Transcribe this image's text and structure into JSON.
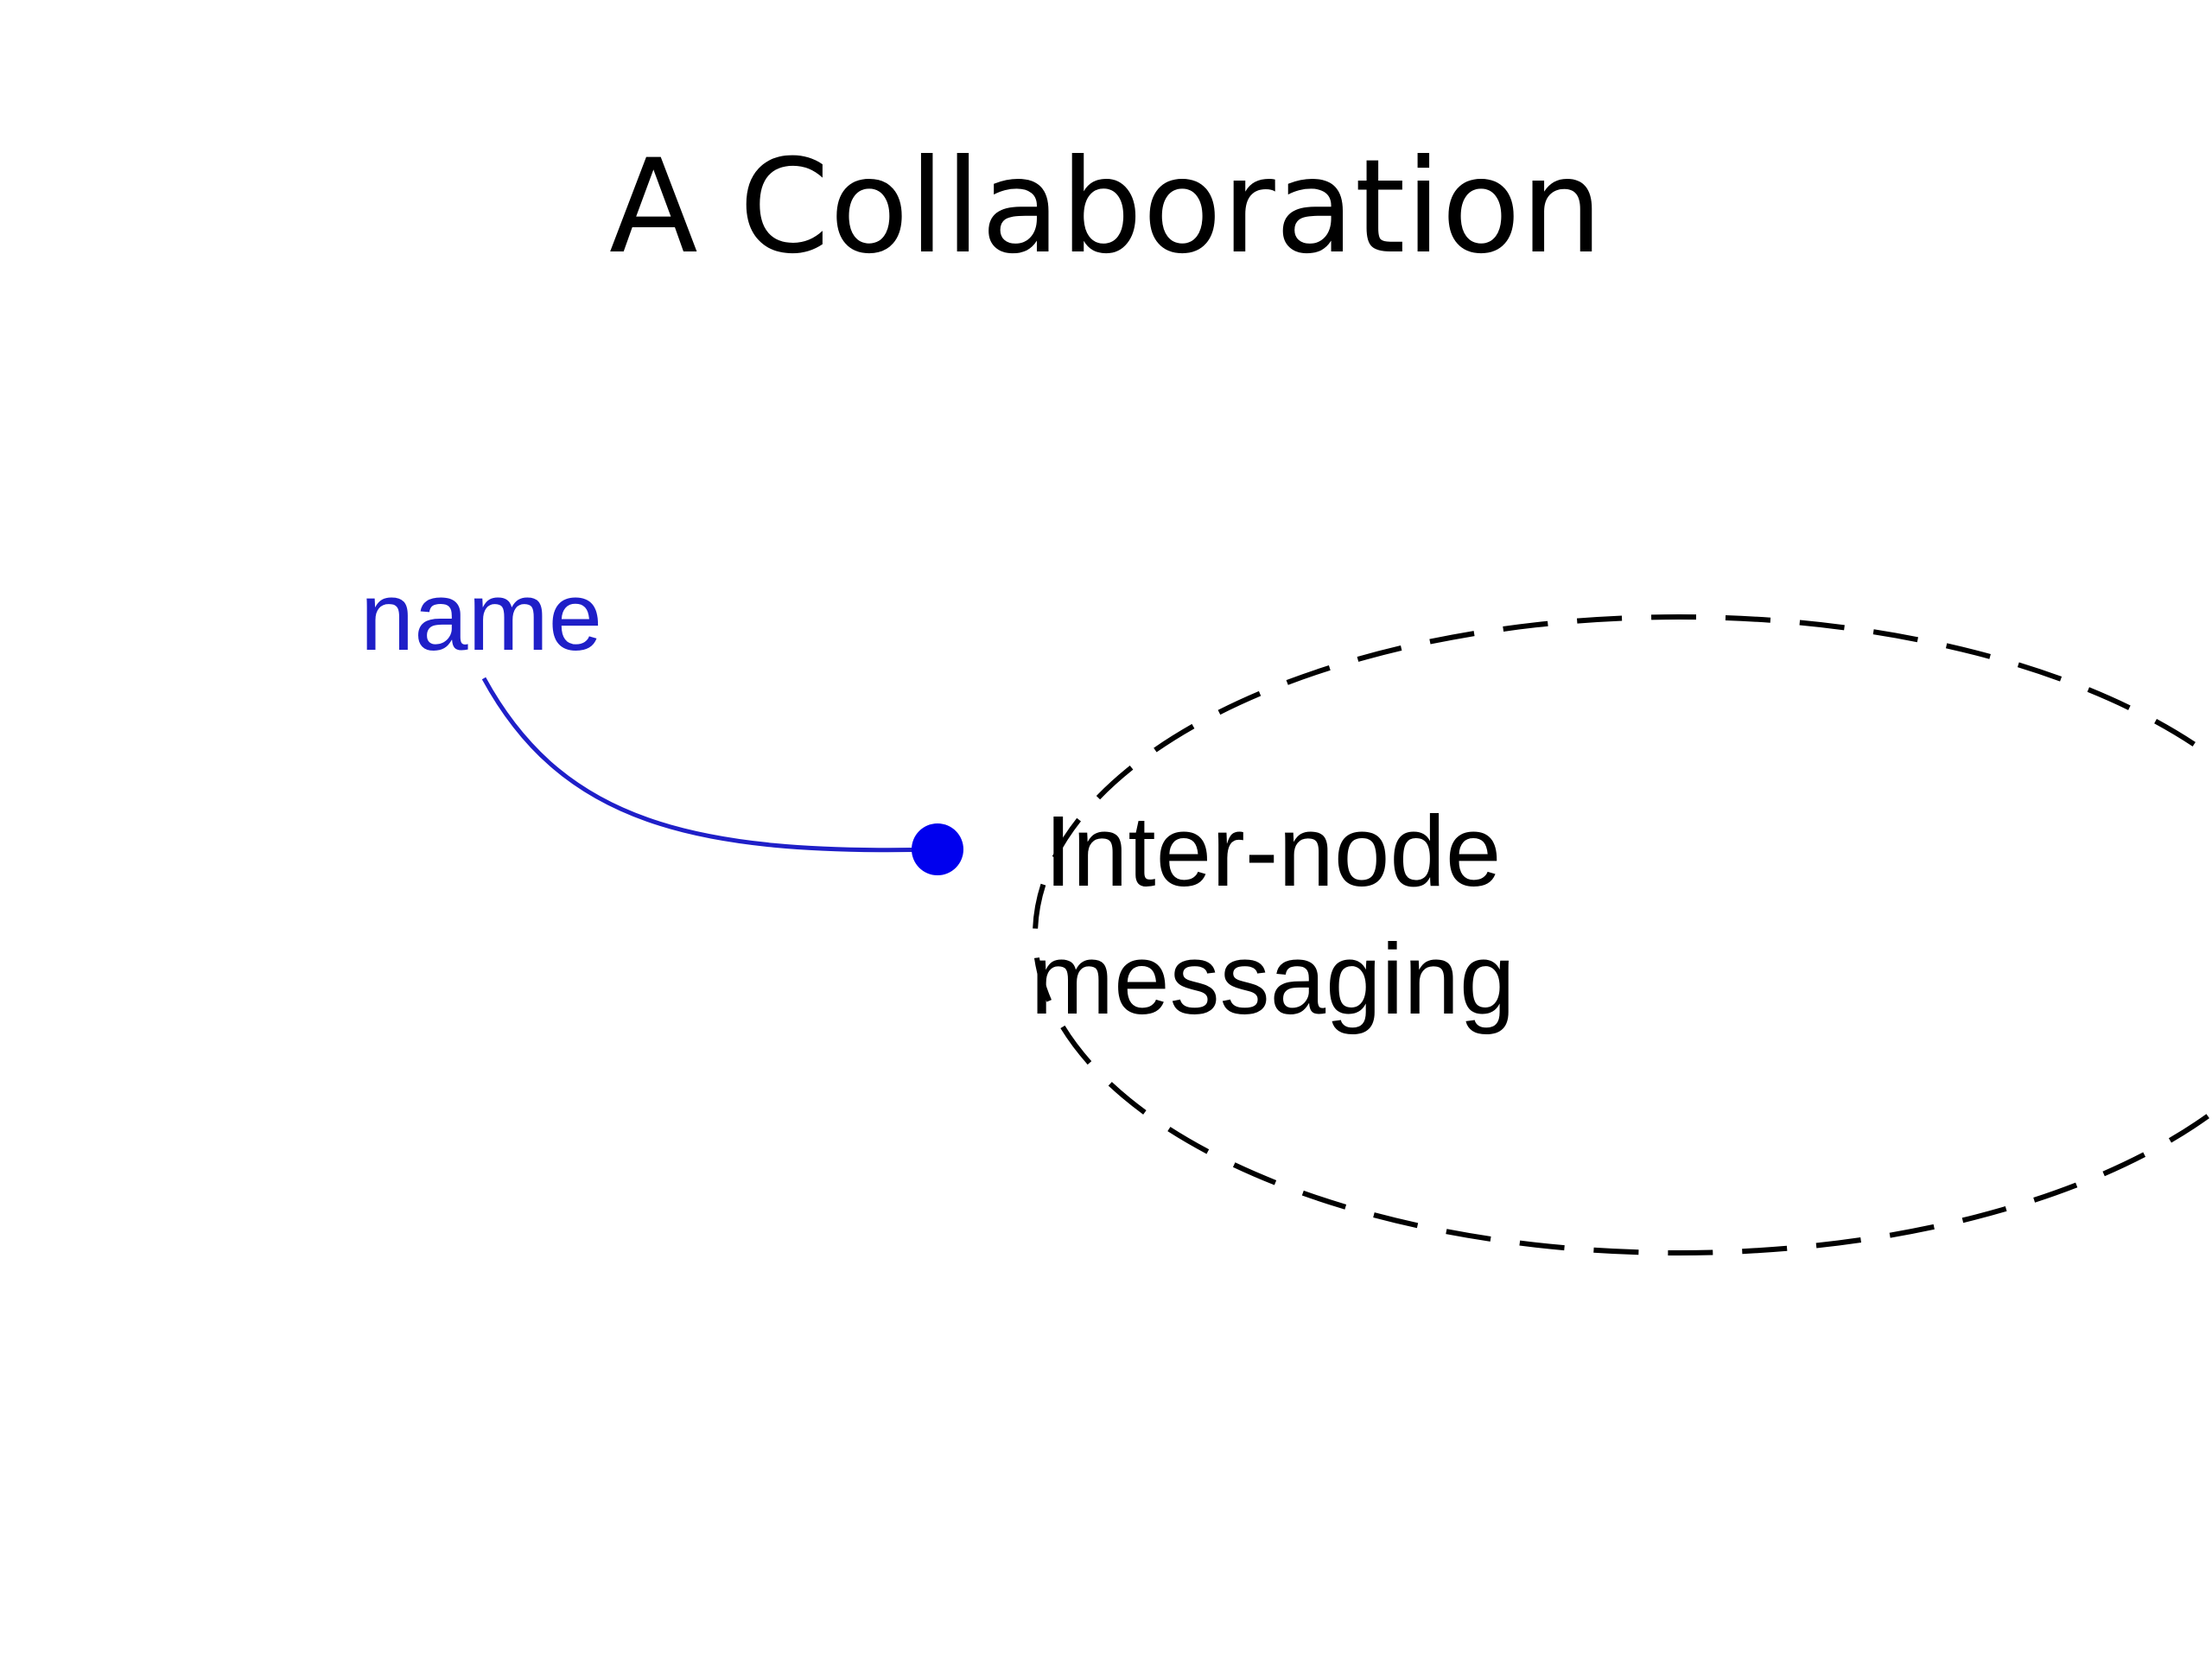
{
  "slide": {
    "title": "A Collaboration"
  },
  "diagram": {
    "role_label": "name",
    "collaboration_label_line1": "Inter-node",
    "collaboration_label_line2": "messaging"
  },
  "colors": {
    "role": "#1f1fc8",
    "role_dot": "#0000ee",
    "ellipse": "#000000",
    "text": "#000000"
  }
}
